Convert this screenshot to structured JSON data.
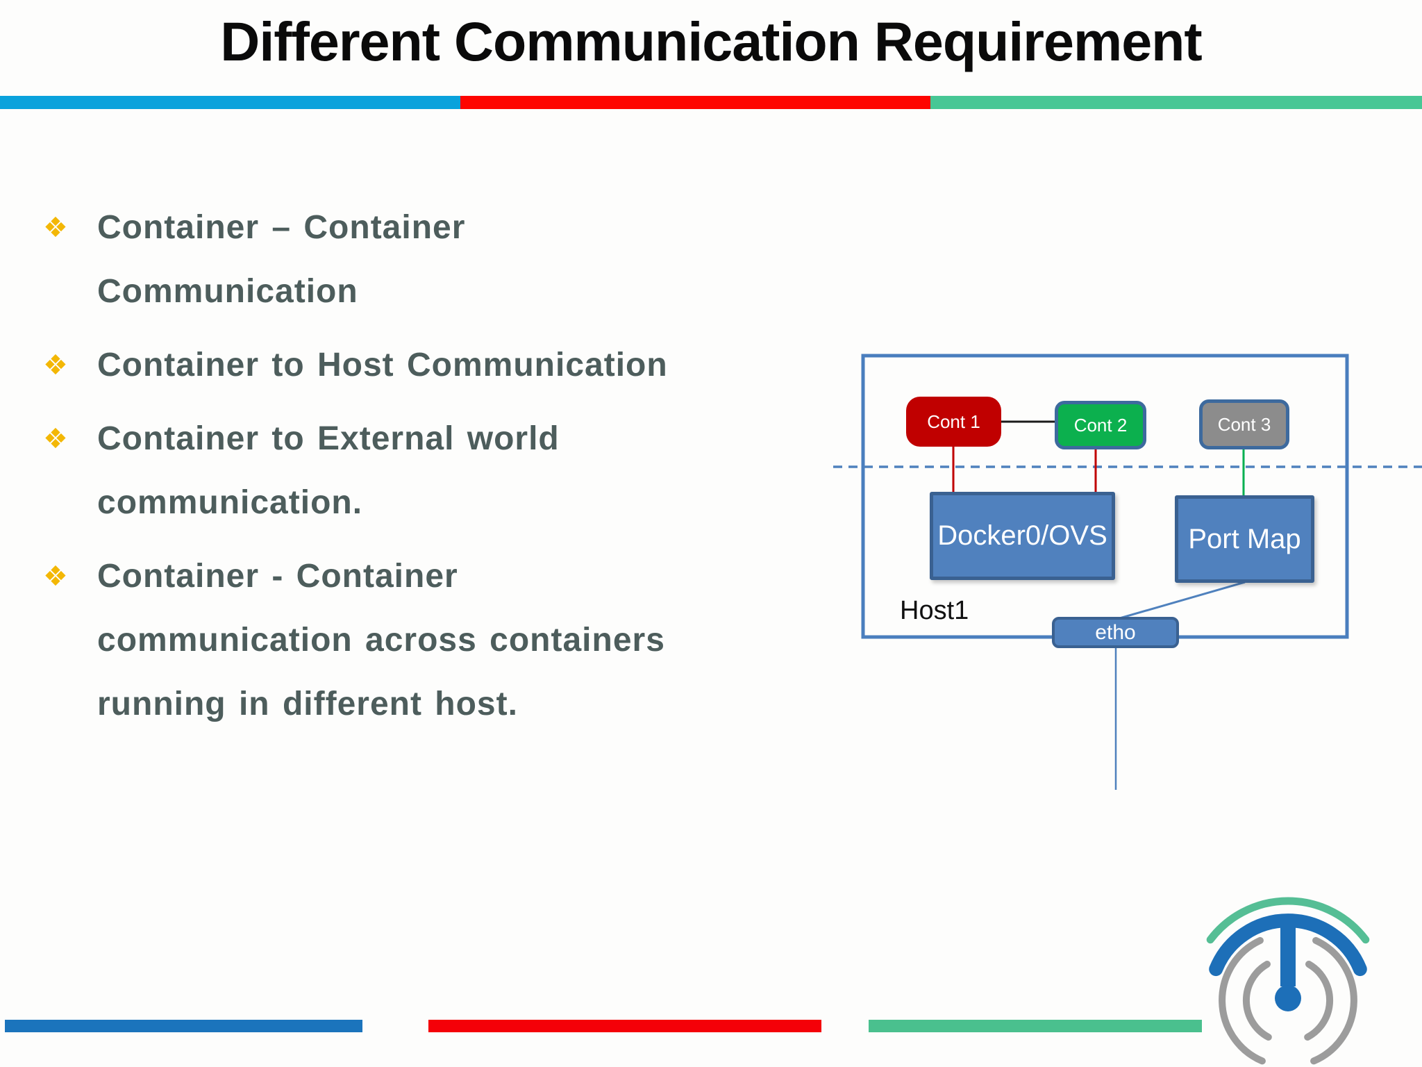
{
  "slide": {
    "title": "Different Communication Requirement"
  },
  "top_bar": {
    "colors": [
      "#0AA2DC",
      "#FE0500",
      "#47C795"
    ]
  },
  "bullets": {
    "marker_glyph": "❖",
    "marker_color": "#F3B705",
    "text_color": "#4D5D5C",
    "items": [
      {
        "lines": [
          "Container – Container",
          "Communication"
        ]
      },
      {
        "lines": [
          "Container to Host Communication"
        ]
      },
      {
        "lines": [
          "Container to External world",
          "communication."
        ]
      },
      {
        "lines": [
          "Container - Container",
          "communication across containers",
          "running in different host."
        ]
      }
    ]
  },
  "diagram": {
    "host_label": "Host1",
    "containers": [
      {
        "label": "Cont 1",
        "fill": "#C00000"
      },
      {
        "label": "Cont 2",
        "fill": "#0CB04E"
      },
      {
        "label": "Cont 3",
        "fill": "#8C8C8C"
      }
    ],
    "bridge_label": "Docker0/OVS",
    "port_map_label": "Port Map",
    "eth_label": "etho",
    "colors": {
      "node_fill": "#5081BE",
      "node_border": "#3A6191",
      "host_border": "#4A7EBE",
      "dashed_line": "#4F81BD",
      "red_line": "#C00000",
      "green_line": "#00B050",
      "black_line": "#1A1A1A",
      "blue_line": "#4F81BD"
    }
  },
  "bottom_bars": {
    "colors": [
      "#1B74BC",
      "#F40008",
      "#4AC08E"
    ]
  },
  "logo": {
    "colors": {
      "green_arc": "#55BE95",
      "blue": "#1D6FB8",
      "gray_waves": "#9C9C9C"
    }
  }
}
